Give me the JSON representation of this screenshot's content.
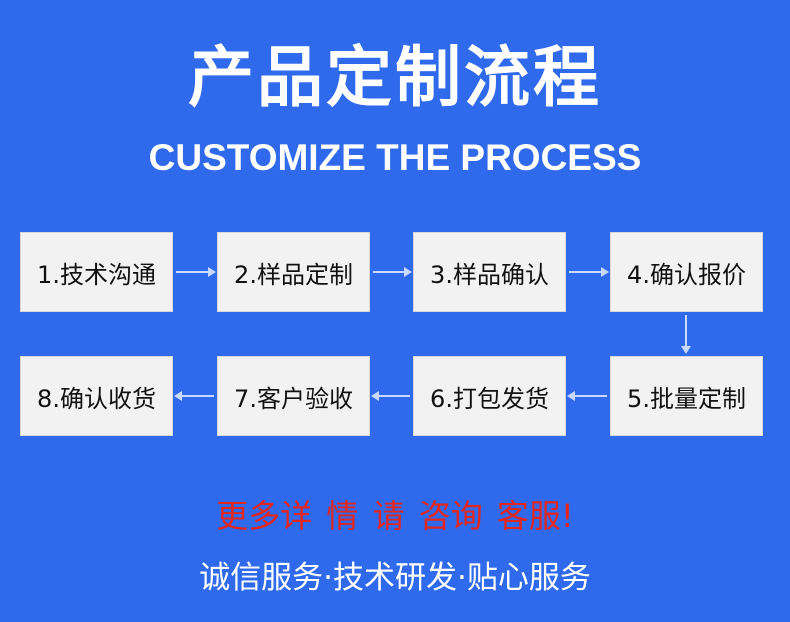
{
  "header": {
    "title": "产品定制流程",
    "subtitle": "CUSTOMIZE THE PROCESS"
  },
  "steps": [
    {
      "label": "1.技术沟通"
    },
    {
      "label": "2.样品定制"
    },
    {
      "label": "3.样品确认"
    },
    {
      "label": "4.确认报价"
    },
    {
      "label": "5.批量定制"
    },
    {
      "label": "6.打包发货"
    },
    {
      "label": "7.客户验收"
    },
    {
      "label": "8.确认收货"
    }
  ],
  "cta": {
    "text": "更多详 情 请 咨询 客服!"
  },
  "footer": {
    "text": "诚信服务·技术研发·贴心服务"
  },
  "colors": {
    "background": "#2f69ec",
    "step_box": "#f2f2f2",
    "cta_red": "#e3261e",
    "arrow": "#c9d9ff"
  }
}
